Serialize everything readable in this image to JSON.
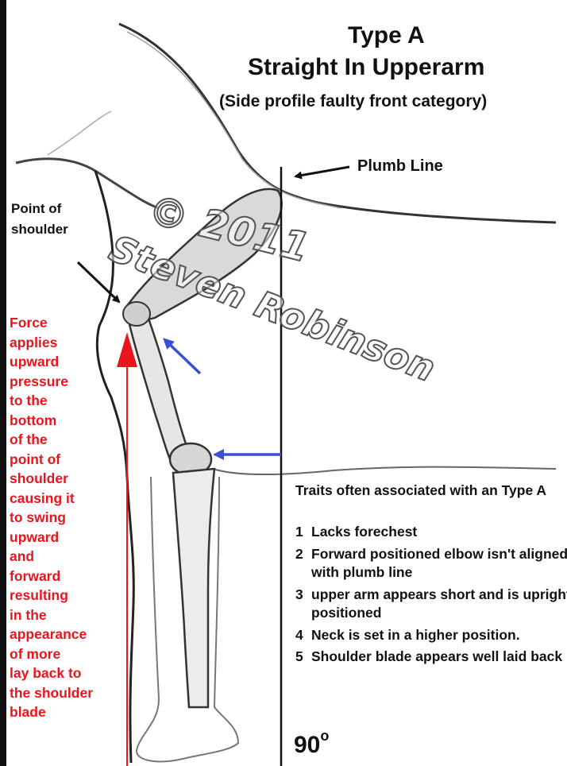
{
  "title": "Type A",
  "title_line2": "Straight In Upperarm",
  "subtitle": "(Side profile faulty front category)",
  "plumb_line_label": "Plumb Line",
  "point_of_shoulder_label": "Point of shoulder",
  "force_text_lines": [
    "Force",
    "applies",
    "upward",
    "pressure",
    "to the",
    "bottom",
    "of the",
    "point of",
    "shoulder",
    "causing it",
    "to swing",
    "upward",
    "and",
    "forward",
    "resulting",
    "in the",
    "appearance",
    "of more",
    "lay back to",
    "the shoulder",
    "blade"
  ],
  "traits_title": "Traits often associated with an Type A",
  "traits": [
    {
      "num": "1",
      "text": "Lacks forechest"
    },
    {
      "num": "2",
      "text": "Forward positioned elbow isn't aligned with plumb line"
    },
    {
      "num": "3",
      "text": "upper arm appears short and is upright positioned"
    },
    {
      "num": "4",
      "text": "Neck is set in a higher position."
    },
    {
      "num": "5",
      "text": "Shoulder blade appears well laid back"
    }
  ],
  "angle_label": "90",
  "angle_unit": "o",
  "watermark": {
    "line1": "© 2011",
    "line2": "Steven Robinson"
  },
  "colors": {
    "force_text": "#e8161c",
    "force_arrow": "#e8161c",
    "pointer_arrows": "#3a4fd6",
    "label_arrows": "#111111",
    "sketch_lines": "#222222"
  }
}
